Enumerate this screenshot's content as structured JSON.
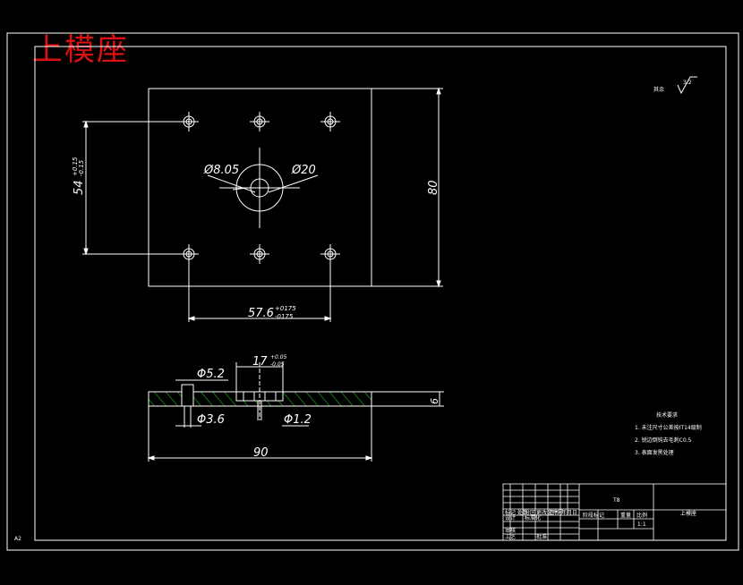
{
  "title_overlay": "上模座",
  "colors": {
    "background": "#000000",
    "lines": "#ffffff",
    "title": "#e01010",
    "hatch": "#18c018"
  },
  "top_view": {
    "dim_height": "54",
    "dim_height_tol_upper": "+0.15",
    "dim_height_tol_lower": "-0.15",
    "dim_side": "80",
    "dim_width": "57.6",
    "dim_width_tol_upper": "+0175",
    "dim_width_tol_lower": "-0175",
    "dim_hole_small": "Ø8.05",
    "dim_hole_large": "Ø20"
  },
  "section_view": {
    "dim_top": "17",
    "dim_top_tol_upper": "+0.05",
    "dim_top_tol_lower": "-0.05",
    "dim_counterbore": "Φ5.2",
    "dim_hole": "Φ3.6",
    "dim_pin": "Φ1.2",
    "dim_length": "90",
    "dim_thickness": "6"
  },
  "roughness": {
    "label": "其余",
    "value": "3.2"
  },
  "notes": {
    "heading": "技术要求",
    "items": [
      "1. 未注尺寸公差按IT14级制",
      "2. 锐边倒钝去毛刺C0.5",
      "3. 表面发黑处理"
    ]
  },
  "title_block": {
    "material": "T8",
    "part_name": "上模座",
    "row_labels": [
      "标记 处数",
      "设计",
      "审核",
      "工艺"
    ],
    "col_labels": [
      "分区",
      "更改文件号",
      "签名",
      "年月日"
    ],
    "fields": [
      "标准化",
      "批准"
    ],
    "stage_labels": [
      "阶段标记",
      "重量",
      "比例"
    ],
    "scale": "1:1"
  },
  "corner_label": "A2"
}
